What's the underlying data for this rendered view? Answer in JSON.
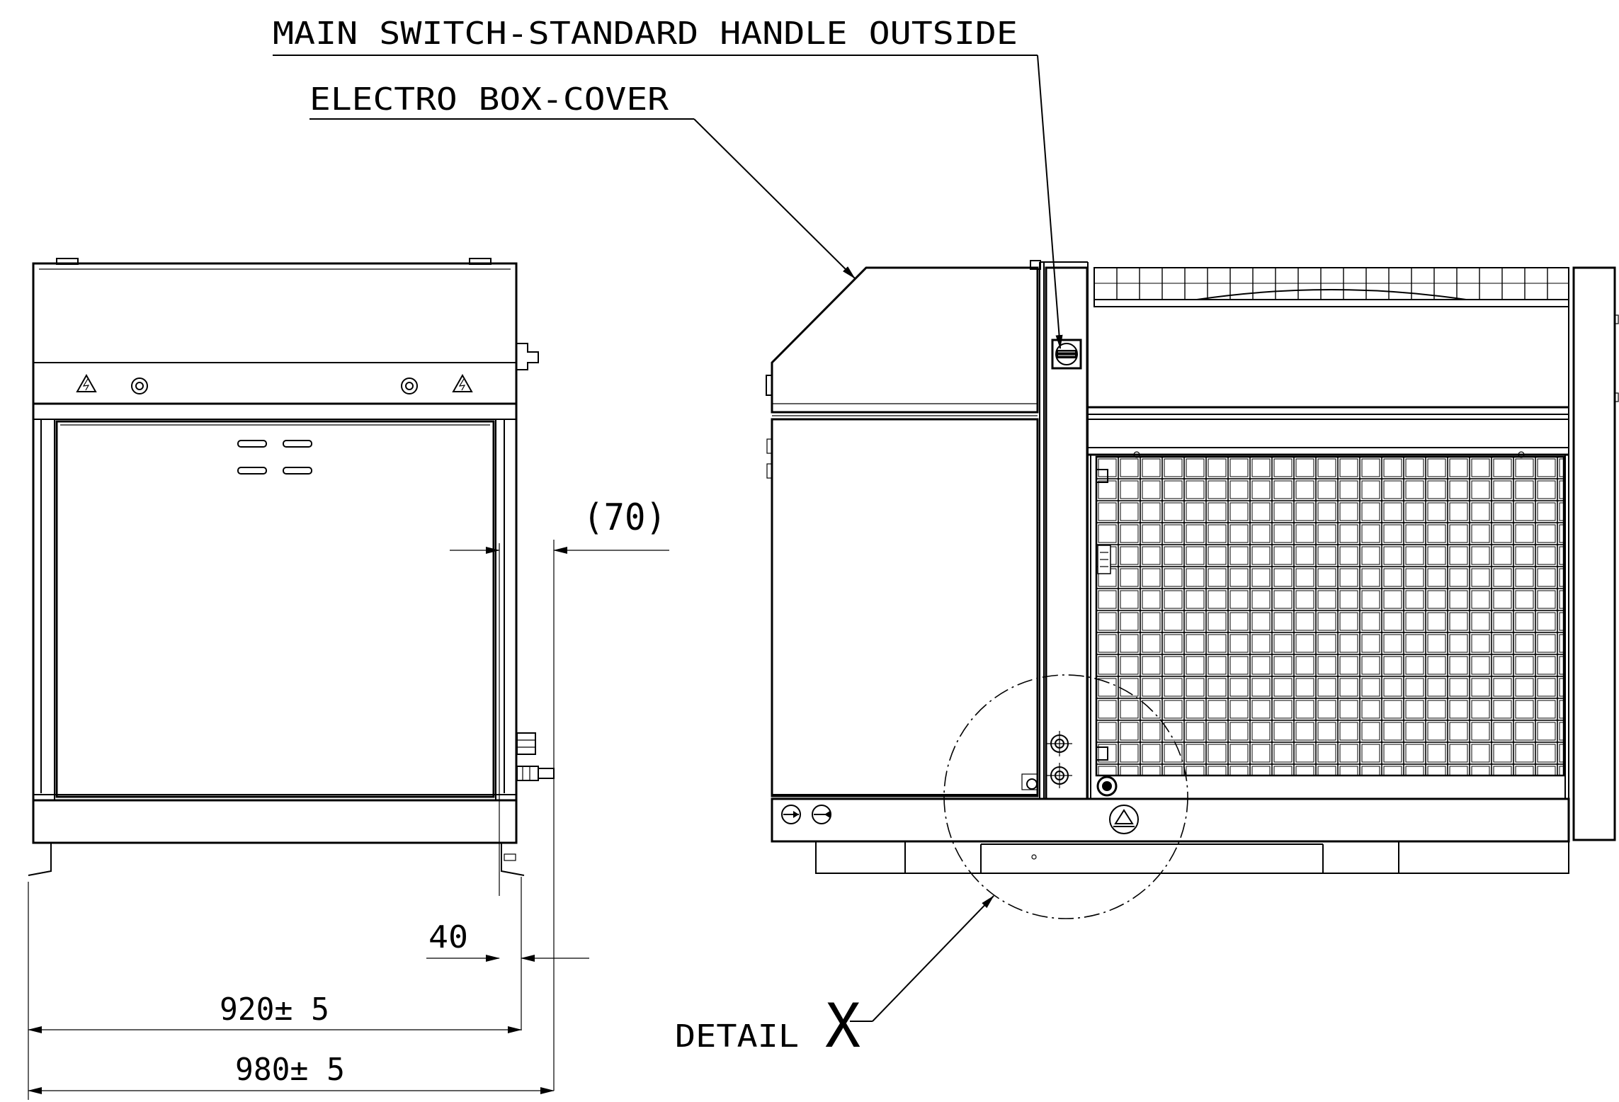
{
  "callouts": {
    "main_switch": "MAIN SWITCH-STANDARD HANDLE OUTSIDE",
    "electro_box": "ELECTRO BOX-COVER",
    "detail_word": "DETAIL",
    "detail_letter": "X"
  },
  "dimensions": {
    "gap_ref": "(70)",
    "foot_offset": "40",
    "inner_width": "920± 5",
    "outer_width": "980± 5"
  }
}
